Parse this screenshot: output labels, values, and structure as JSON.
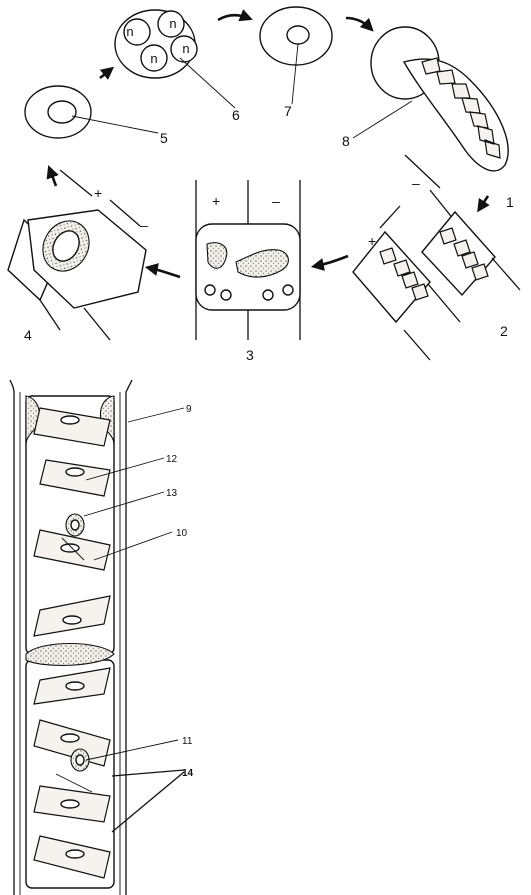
{
  "stages": [
    {
      "id": "1",
      "label": "1",
      "mating_types": [
        "–",
        "+"
      ]
    },
    {
      "id": "2",
      "label": "2"
    },
    {
      "id": "3",
      "label": "3",
      "mating_types": [
        "+",
        "–"
      ]
    },
    {
      "id": "4",
      "label": "4",
      "mating_types": [
        "+",
        "–"
      ]
    },
    {
      "id": "5",
      "label": "5"
    },
    {
      "id": "6",
      "label": "6",
      "nuclei": [
        "n",
        "n",
        "n",
        "n"
      ]
    },
    {
      "id": "7",
      "label": "7"
    },
    {
      "id": "8",
      "label": "8"
    }
  ],
  "filament_labels": [
    "9",
    "10",
    "11",
    "12",
    "13",
    "14"
  ]
}
